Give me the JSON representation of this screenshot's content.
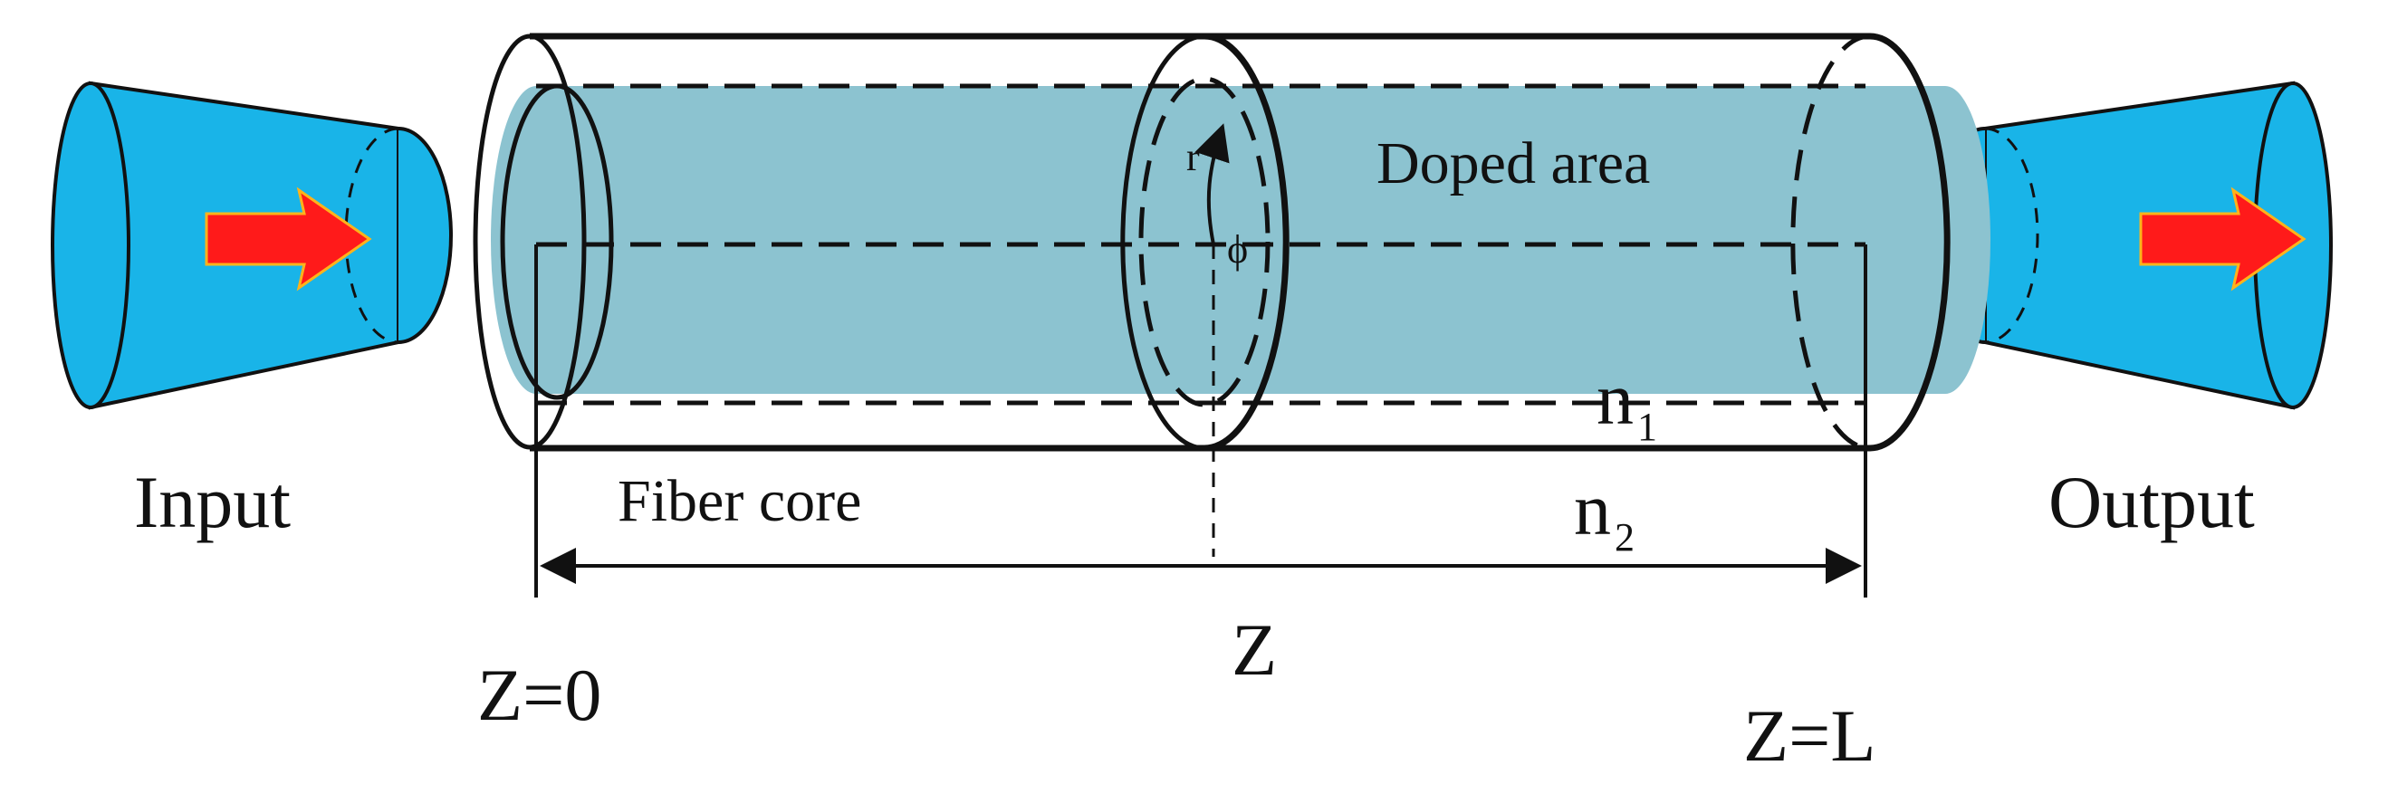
{
  "diagram": {
    "labels": {
      "input": "Input",
      "output": "Output",
      "doped_area": "Doped area",
      "fiber_core": "Fiber core",
      "n1": "n",
      "n1_sub": "1",
      "n2": "n",
      "n2_sub": "2",
      "r": "r",
      "phi": "ϕ",
      "z_axis": "Z",
      "z_start": "Z=0",
      "z_end": "Z=L"
    },
    "colors": {
      "lens": "#19b4e8",
      "lens_dark": "#0f8fc4",
      "core": "#8cc3d0",
      "arrow": "#ff1a1a",
      "line": "#111111"
    }
  }
}
